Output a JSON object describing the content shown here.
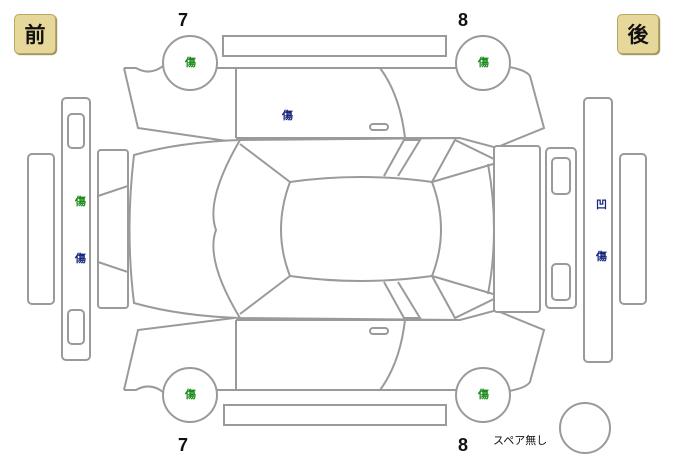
{
  "badges": {
    "front": "前",
    "rear": "後"
  },
  "wheel_numbers": {
    "top_left": "7",
    "top_right": "8",
    "bottom_left": "7",
    "bottom_right": "8"
  },
  "marks": {
    "wheel_top_left": "傷",
    "wheel_top_right": "傷",
    "wheel_bottom_left": "傷",
    "wheel_bottom_right": "傷",
    "front_left_door": "傷",
    "front_bumper_upper": "傷",
    "front_bumper_lower": "傷",
    "rear_bumper_upper": "凹",
    "rear_bumper_lower": "傷"
  },
  "colors": {
    "scratch_wheel": "#1c8c1c",
    "damage_body": "#1a2780",
    "badge": "#e6d79a"
  },
  "spare": {
    "label": "スペア無し"
  }
}
